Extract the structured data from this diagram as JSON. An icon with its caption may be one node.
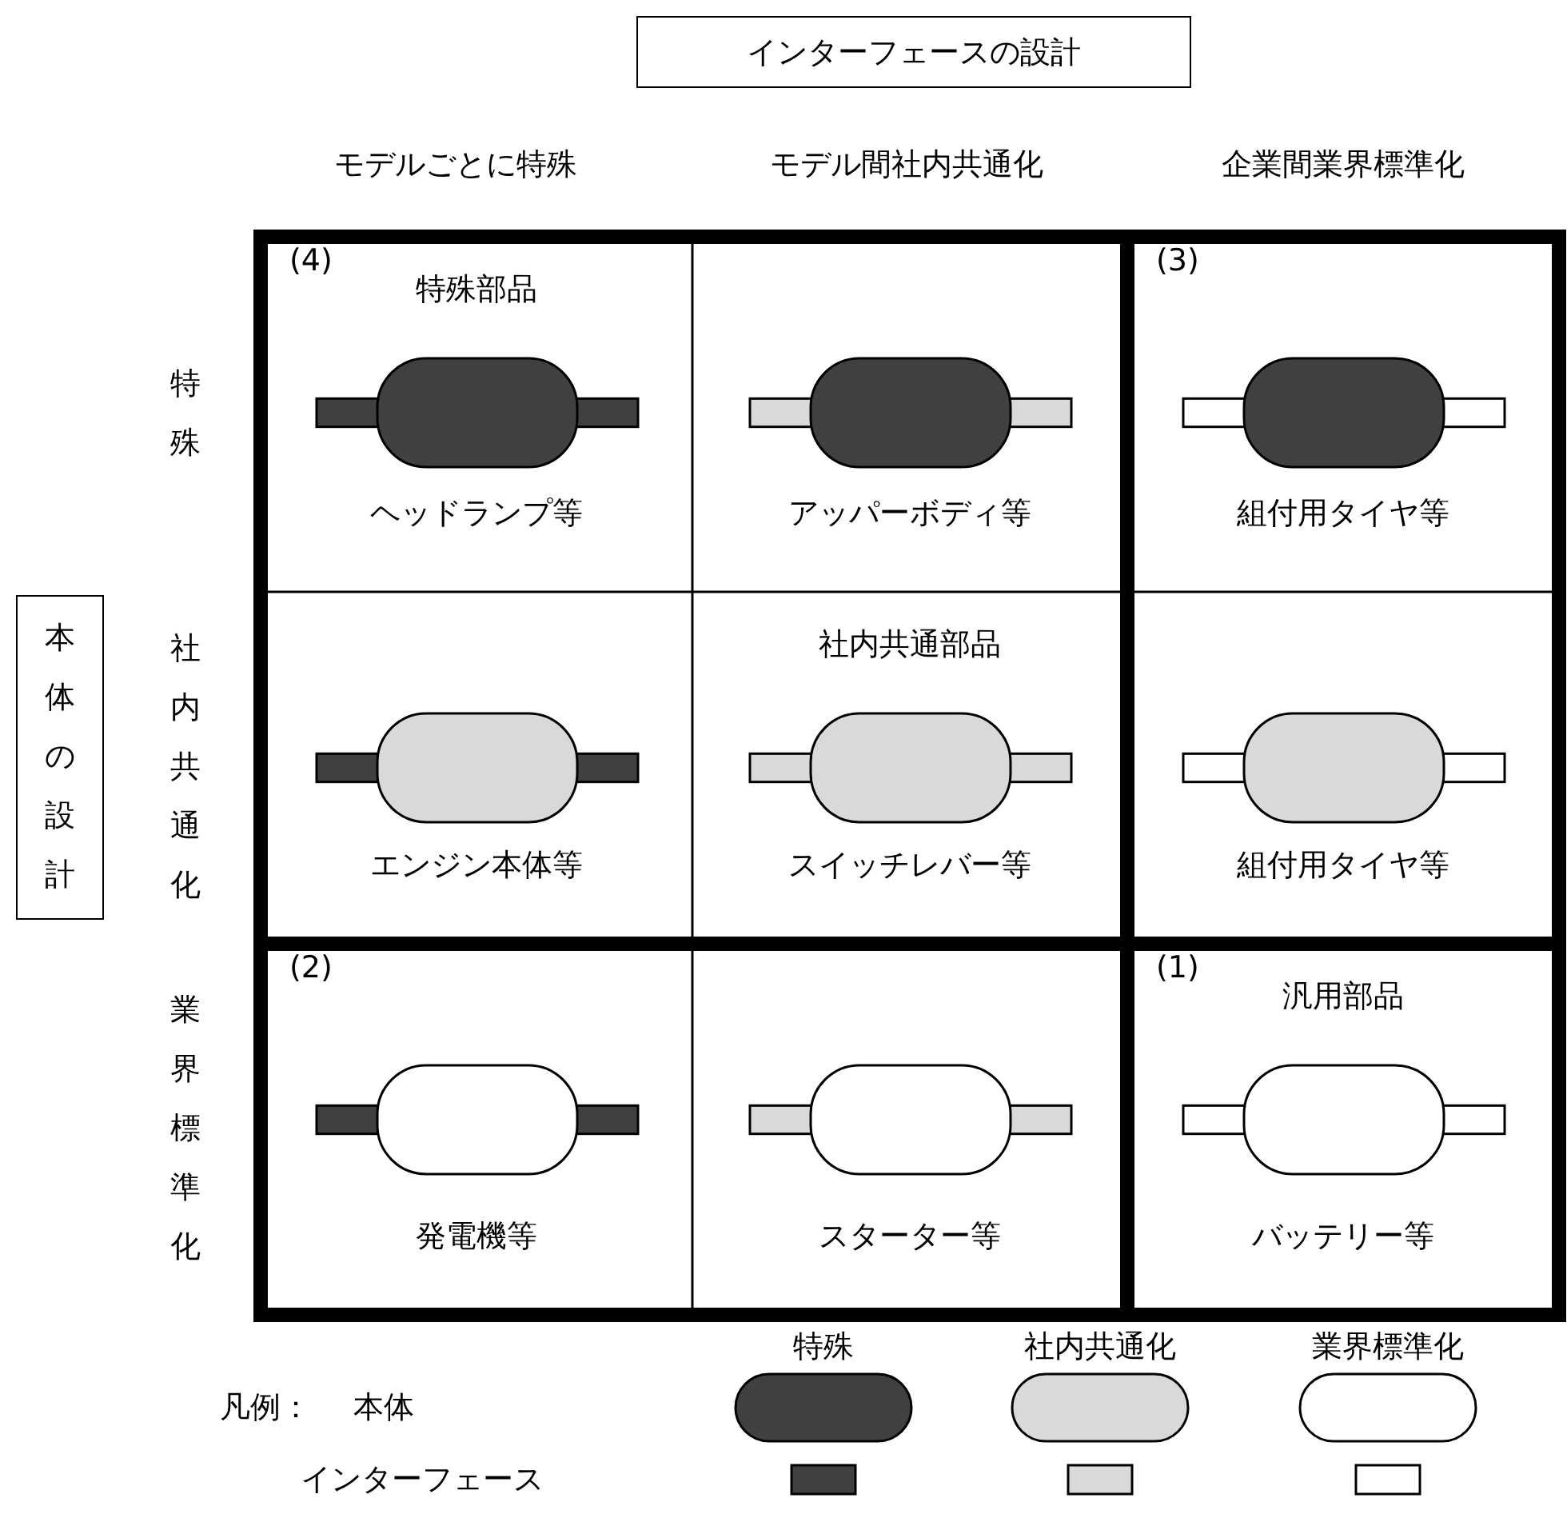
{
  "diagram": {
    "nodes": [
      {
        "text": [
          "インターフェースの設計"
        ]
      },
      {
        "text": [
          "本体の設計"
        ]
      },
      {
        "text": [
          "(4)",
          "特殊部品",
          "ヘッドランプ等"
        ]
      },
      {
        "text": [
          "アッパーボディ等"
        ]
      },
      {
        "text": [
          "(3)",
          "組付用タイヤ等"
        ]
      },
      {
        "text": [
          "エンジン本体等"
        ]
      },
      {
        "text": [
          "社内共通部品",
          "スイッチレバー等"
        ]
      },
      {
        "text": [
          "組付用タイヤ等"
        ]
      },
      {
        "text": [
          "(2)",
          "発電機等"
        ]
      },
      {
        "text": [
          "スターター等"
        ]
      },
      {
        "text": [
          "(1)",
          "汎用部品",
          "バッテリー等"
        ]
      }
    ],
    "labels": [
      "モデルごとに特殊",
      "モデル間社内共通化",
      "企業間業界標準化",
      "特殊",
      "社内共通化",
      "業界標準化",
      "凡例：",
      "本体",
      "インターフェース"
    ],
    "legend": [
      {
        "text": "特殊",
        "color": "#404040"
      },
      {
        "text": "社内共通化",
        "color": "#d9d9d9"
      },
      {
        "text": "業界標準化",
        "color": "#ffffff"
      }
    ]
  }
}
